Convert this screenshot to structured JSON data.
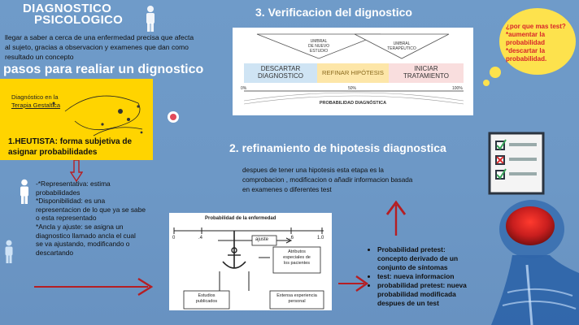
{
  "main_title": [
    "DIAGNOSTICO",
    "PSICOLOGICO"
  ],
  "intro_text": [
    "llegar a saber a cerca de una enfermedad precisa que afecta",
    "al sujeto, gracias a observacion y examenes  que dan como",
    "resultado un concepto"
  ],
  "steps_heading": "pasos para realiar un dignostico",
  "gestalt_card": {
    "caption": [
      "Diagnóstico en la",
      "Terapia Gestaltica"
    ],
    "step1": [
      "1.HEUTISTA: forma subjetiva de",
      "asignar probabilidades"
    ]
  },
  "biases": [
    "-*Representativa: estima",
    "probabilidades",
    "*Disponibilidad: es una",
    "representacion de lo que ya se sabe",
    "o esta representado",
    "*Ancla y ajuste: se asigna un",
    "diagnostico llamado ancla el cual",
    "se va ajustando, modificando o",
    "descartando"
  ],
  "section3_title": "3. Verificacion del dignostico",
  "section2_title": "2. refinamiento de hipotesis diagnostica",
  "refinement_text": [
    "despues de tener una hipotesis esta etapa es la",
    "comprobacion , modificacion o añadir informacion basada",
    "en examenes o diferentes test"
  ],
  "verification_figure": {
    "threshold_left": [
      "UMBRAL",
      "DE NUEVO",
      "ESTUDIO"
    ],
    "threshold_right": [
      "UMBRAL",
      "TERAPÉUTICO"
    ],
    "box_left": [
      "DESCARTAR",
      "DIAGNOSTICO"
    ],
    "box_mid": "REFINAR HIPÓTESIS",
    "box_right": [
      "INICIAR",
      "TRATAMIENTO"
    ],
    "ticks": [
      "0%",
      "50%",
      "100%"
    ],
    "axis_label": "PROBABILIDAD DIAGNÓSTICA"
  },
  "anchor_figure": {
    "title": "Probabilidad de la enfermedad",
    "ticks": [
      "0",
      ".4",
      ".6",
      "1.0"
    ],
    "adjust_label": "ajuste",
    "box_top_right": [
      "Atributos",
      "especiales de",
      "los pacientes"
    ],
    "box_bottom_left": [
      "Estudios",
      "publicados"
    ],
    "box_bottom_right": [
      "Extensa experiencia",
      "personal"
    ]
  },
  "bullets": [
    {
      "lead": "Probabilidad pretest:",
      "lines": [
        "concepto derivado de un",
        "conjunto de síntomas"
      ]
    },
    {
      "lead": "test: nueva informacion",
      "lines": []
    },
    {
      "lead": "probabilidad pretest: nueva",
      "lines": [
        "probabilidad modificada",
        "despues de un test"
      ]
    }
  ],
  "question_bubble": [
    "¿por que mas test?",
    "*aumentar la",
    "probabilidad",
    "*descartar la",
    "probabilidad."
  ],
  "colors": {
    "background": "#6f9bc9",
    "arrow": "#b51e23",
    "yellow": "#ffd400",
    "bubble": "#fde24d",
    "bubble_text": "#d8242a"
  },
  "icons": [
    "person-icon",
    "checklist-icon",
    "brain-xray-icon",
    "record-icon"
  ]
}
